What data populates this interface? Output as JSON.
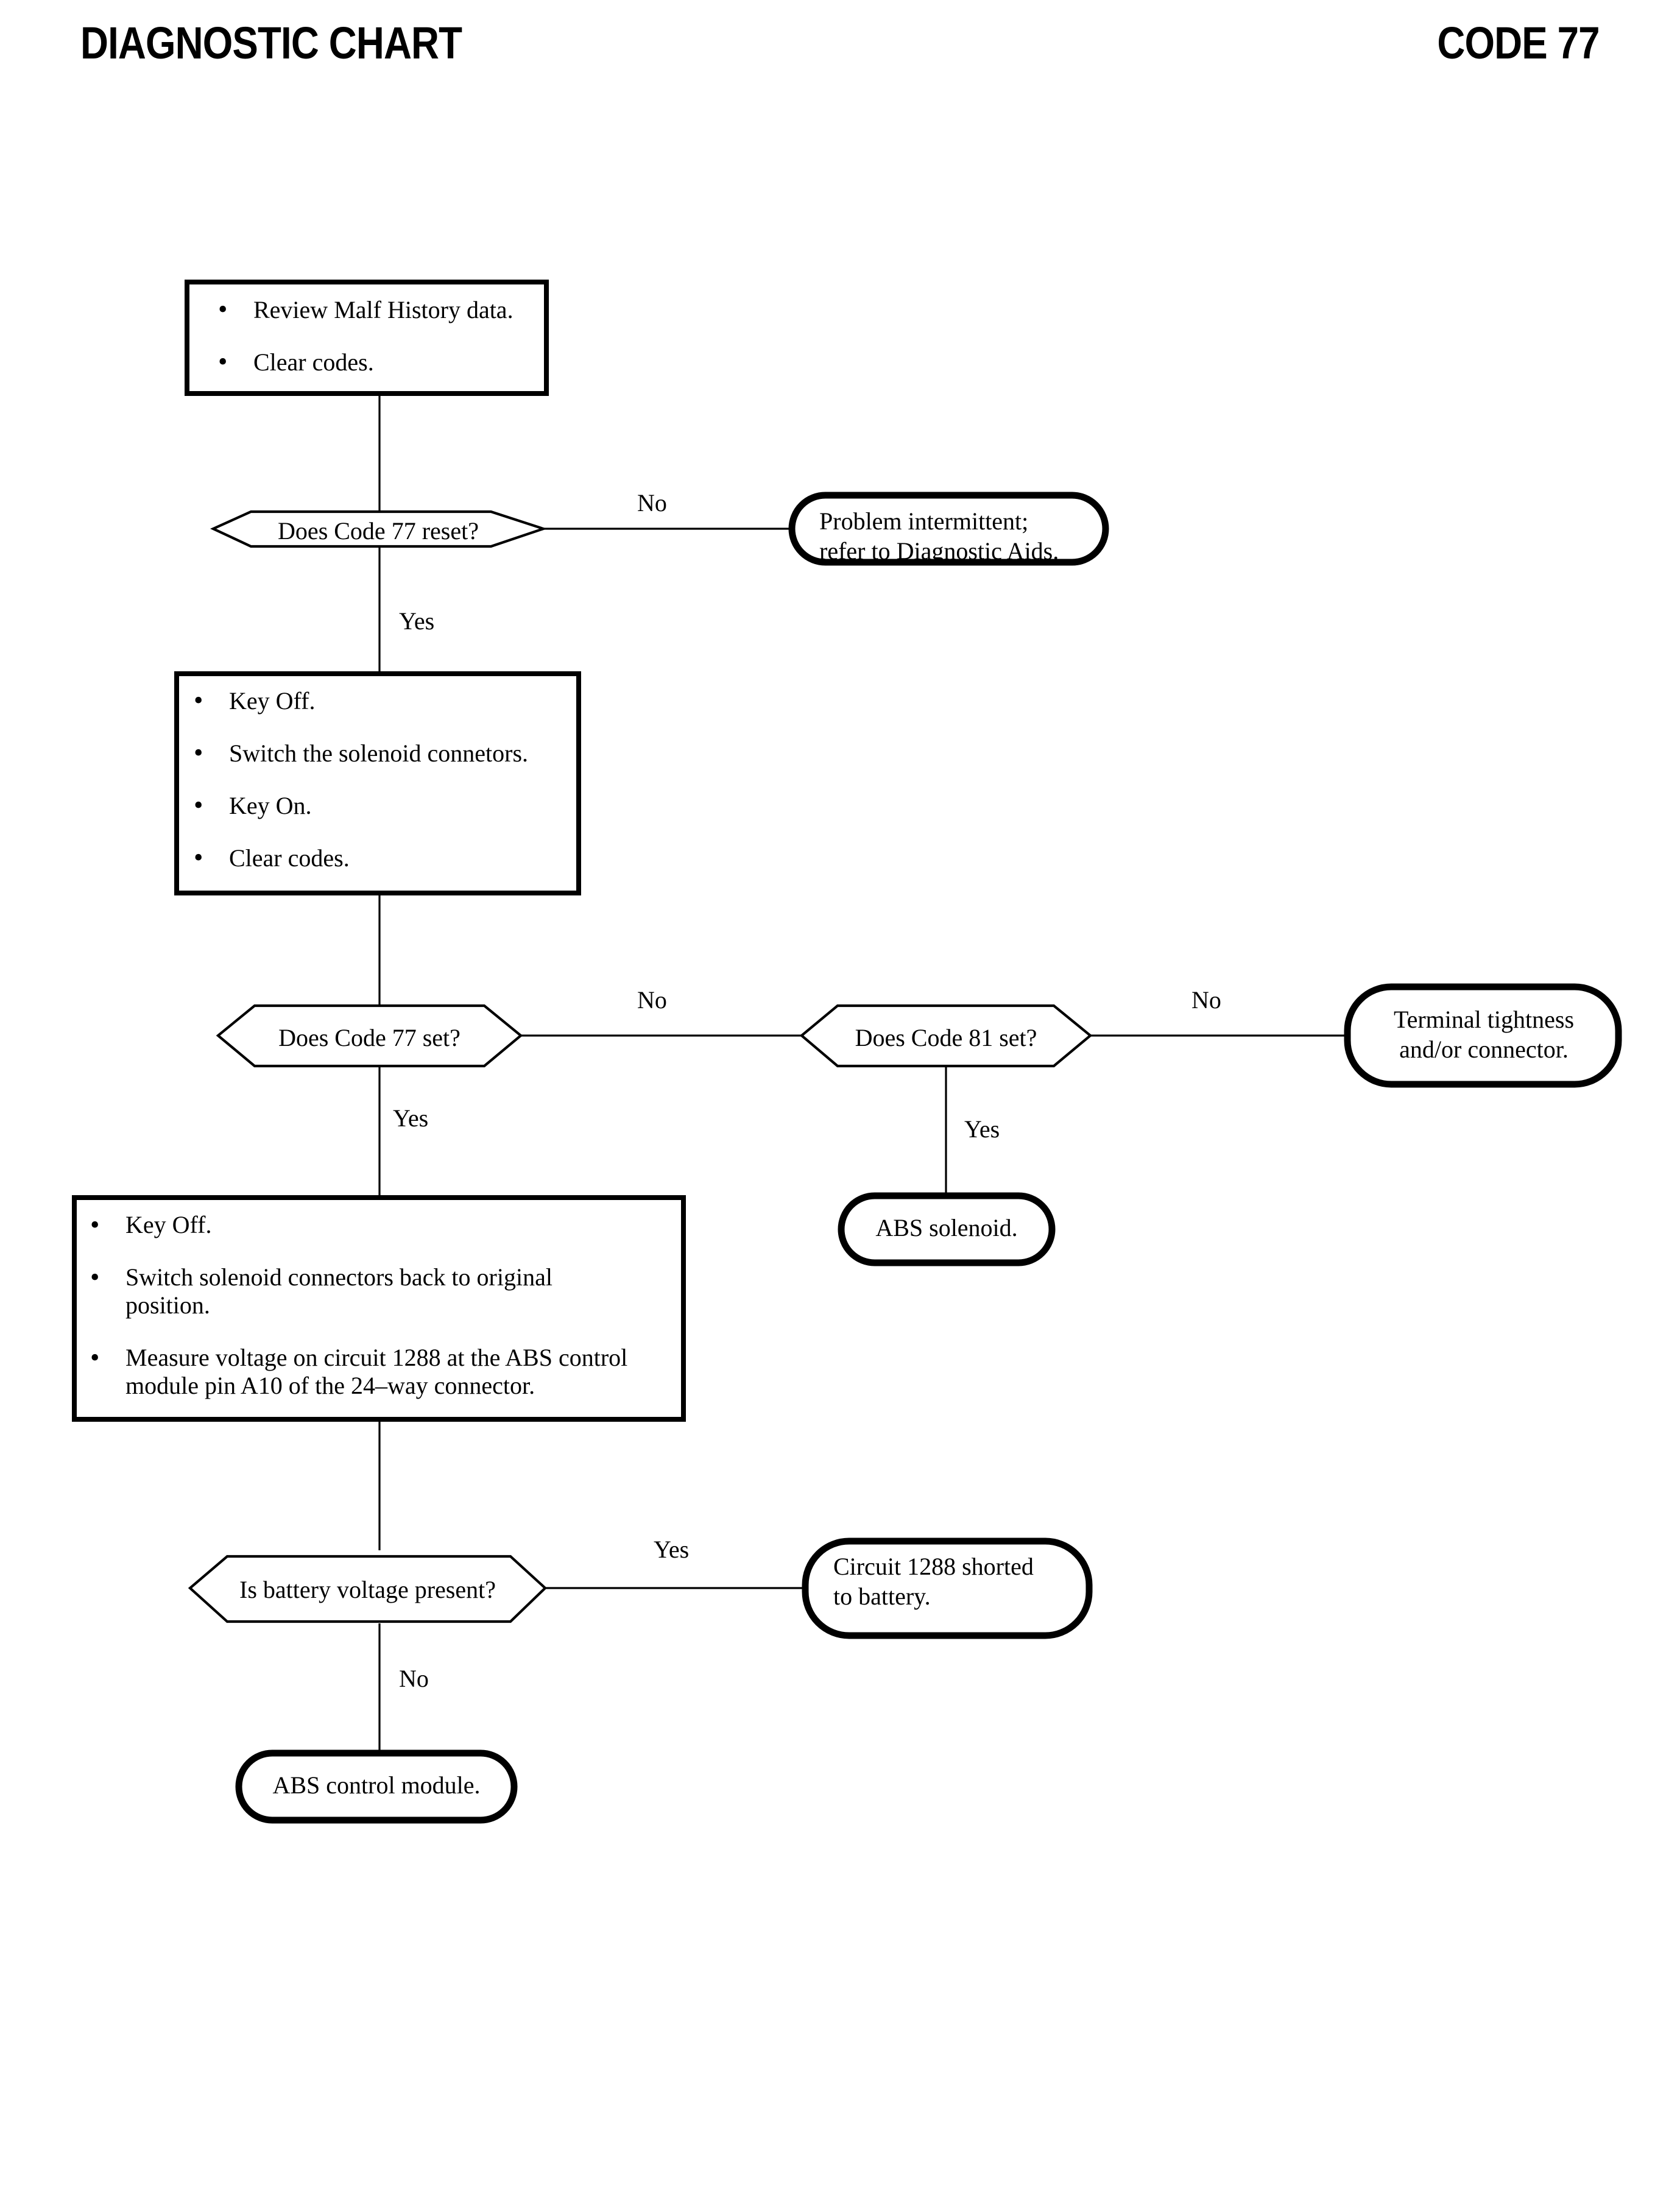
{
  "header": {
    "title": "DIAGNOSTIC CHART",
    "code": "CODE 77"
  },
  "chart_data": {
    "type": "diagram",
    "diagram_kind": "flowchart",
    "title": "DIAGNOSTIC CHART",
    "subtitle": "CODE 77",
    "nodes": [
      {
        "id": "p1",
        "shape": "process",
        "items": [
          "Review Malf History data.",
          "Clear codes."
        ]
      },
      {
        "id": "d1",
        "shape": "decision",
        "text": "Does Code 77 reset?"
      },
      {
        "id": "t1",
        "shape": "terminator",
        "text": "Problem intermittent;\nrefer to Diagnostic Aids."
      },
      {
        "id": "p2",
        "shape": "process",
        "items": [
          "Key Off.",
          "Switch the solenoid connetors.",
          "Key On.",
          "Clear codes."
        ]
      },
      {
        "id": "d2",
        "shape": "decision",
        "text": "Does Code 77 set?"
      },
      {
        "id": "d3",
        "shape": "decision",
        "text": "Does Code 81 set?"
      },
      {
        "id": "t2",
        "shape": "terminator",
        "text": "Terminal tightness\nand/or connector."
      },
      {
        "id": "t3",
        "shape": "terminator",
        "text": "ABS solenoid."
      },
      {
        "id": "p3",
        "shape": "process",
        "items": [
          "Key Off.",
          "Switch solenoid connectors back to original\nposition.",
          "Measure voltage on circuit 1288 at the ABS control\nmodule pin A10 of the 24–way connector."
        ]
      },
      {
        "id": "d4",
        "shape": "decision",
        "text": "Is battery voltage present?"
      },
      {
        "id": "t4",
        "shape": "terminator",
        "text": "Circuit 1288 shorted\nto battery."
      },
      {
        "id": "t5",
        "shape": "terminator",
        "text": "ABS control module."
      }
    ],
    "edges": [
      {
        "from": "p1",
        "to": "d1",
        "label": ""
      },
      {
        "from": "d1",
        "to": "t1",
        "label": "No"
      },
      {
        "from": "d1",
        "to": "p2",
        "label": "Yes"
      },
      {
        "from": "p2",
        "to": "d2",
        "label": ""
      },
      {
        "from": "d2",
        "to": "d3",
        "label": "No"
      },
      {
        "from": "d2",
        "to": "p3",
        "label": "Yes"
      },
      {
        "from": "d3",
        "to": "t2",
        "label": "No"
      },
      {
        "from": "d3",
        "to": "t3",
        "label": "Yes"
      },
      {
        "from": "p3",
        "to": "d4",
        "label": ""
      },
      {
        "from": "d4",
        "to": "t4",
        "label": "Yes"
      },
      {
        "from": "d4",
        "to": "t5",
        "label": "No"
      }
    ],
    "edge_labels": {
      "d1_no": "No",
      "d1_yes": "Yes",
      "d2_no": "No",
      "d2_yes": "Yes",
      "d3_no": "No",
      "d3_yes": "Yes",
      "d4_yes": "Yes",
      "d4_no": "No"
    },
    "colors": {
      "background": "#ffffff",
      "stroke": "#000000",
      "text": "#000000"
    }
  },
  "boxes": {
    "box1": {
      "item1": "Review Malf History data.",
      "item2": "Clear codes."
    },
    "box2": {
      "item1": "Key Off.",
      "item2": "Switch the solenoid connetors.",
      "item3": "Key On.",
      "item4": "Clear codes."
    },
    "box3": {
      "item1": "Key Off.",
      "item2": "Switch solenoid connectors back to original\nposition.",
      "item3": "Measure voltage on circuit 1288 at the ABS control\nmodule pin A10 of the 24–way connector."
    }
  },
  "decisions": {
    "d1": "Does Code 77 reset?",
    "d2": "Does Code 77 set?",
    "d3": "Does Code 81 set?",
    "d4": "Is battery voltage present?"
  },
  "terminators": {
    "t1": "Problem intermittent;\nrefer to Diagnostic Aids.",
    "t2": "Terminal tightness\nand/or connector.",
    "t3": "ABS solenoid.",
    "t4": "Circuit 1288 shorted\nto battery.",
    "t5": "ABS control module."
  },
  "labels": {
    "d1_no": "No",
    "d1_yes": "Yes",
    "d2_no": "No",
    "d2_yes": "Yes",
    "d3_no": "No",
    "d3_yes": "Yes",
    "d4_yes": "Yes",
    "d4_no": "No"
  }
}
